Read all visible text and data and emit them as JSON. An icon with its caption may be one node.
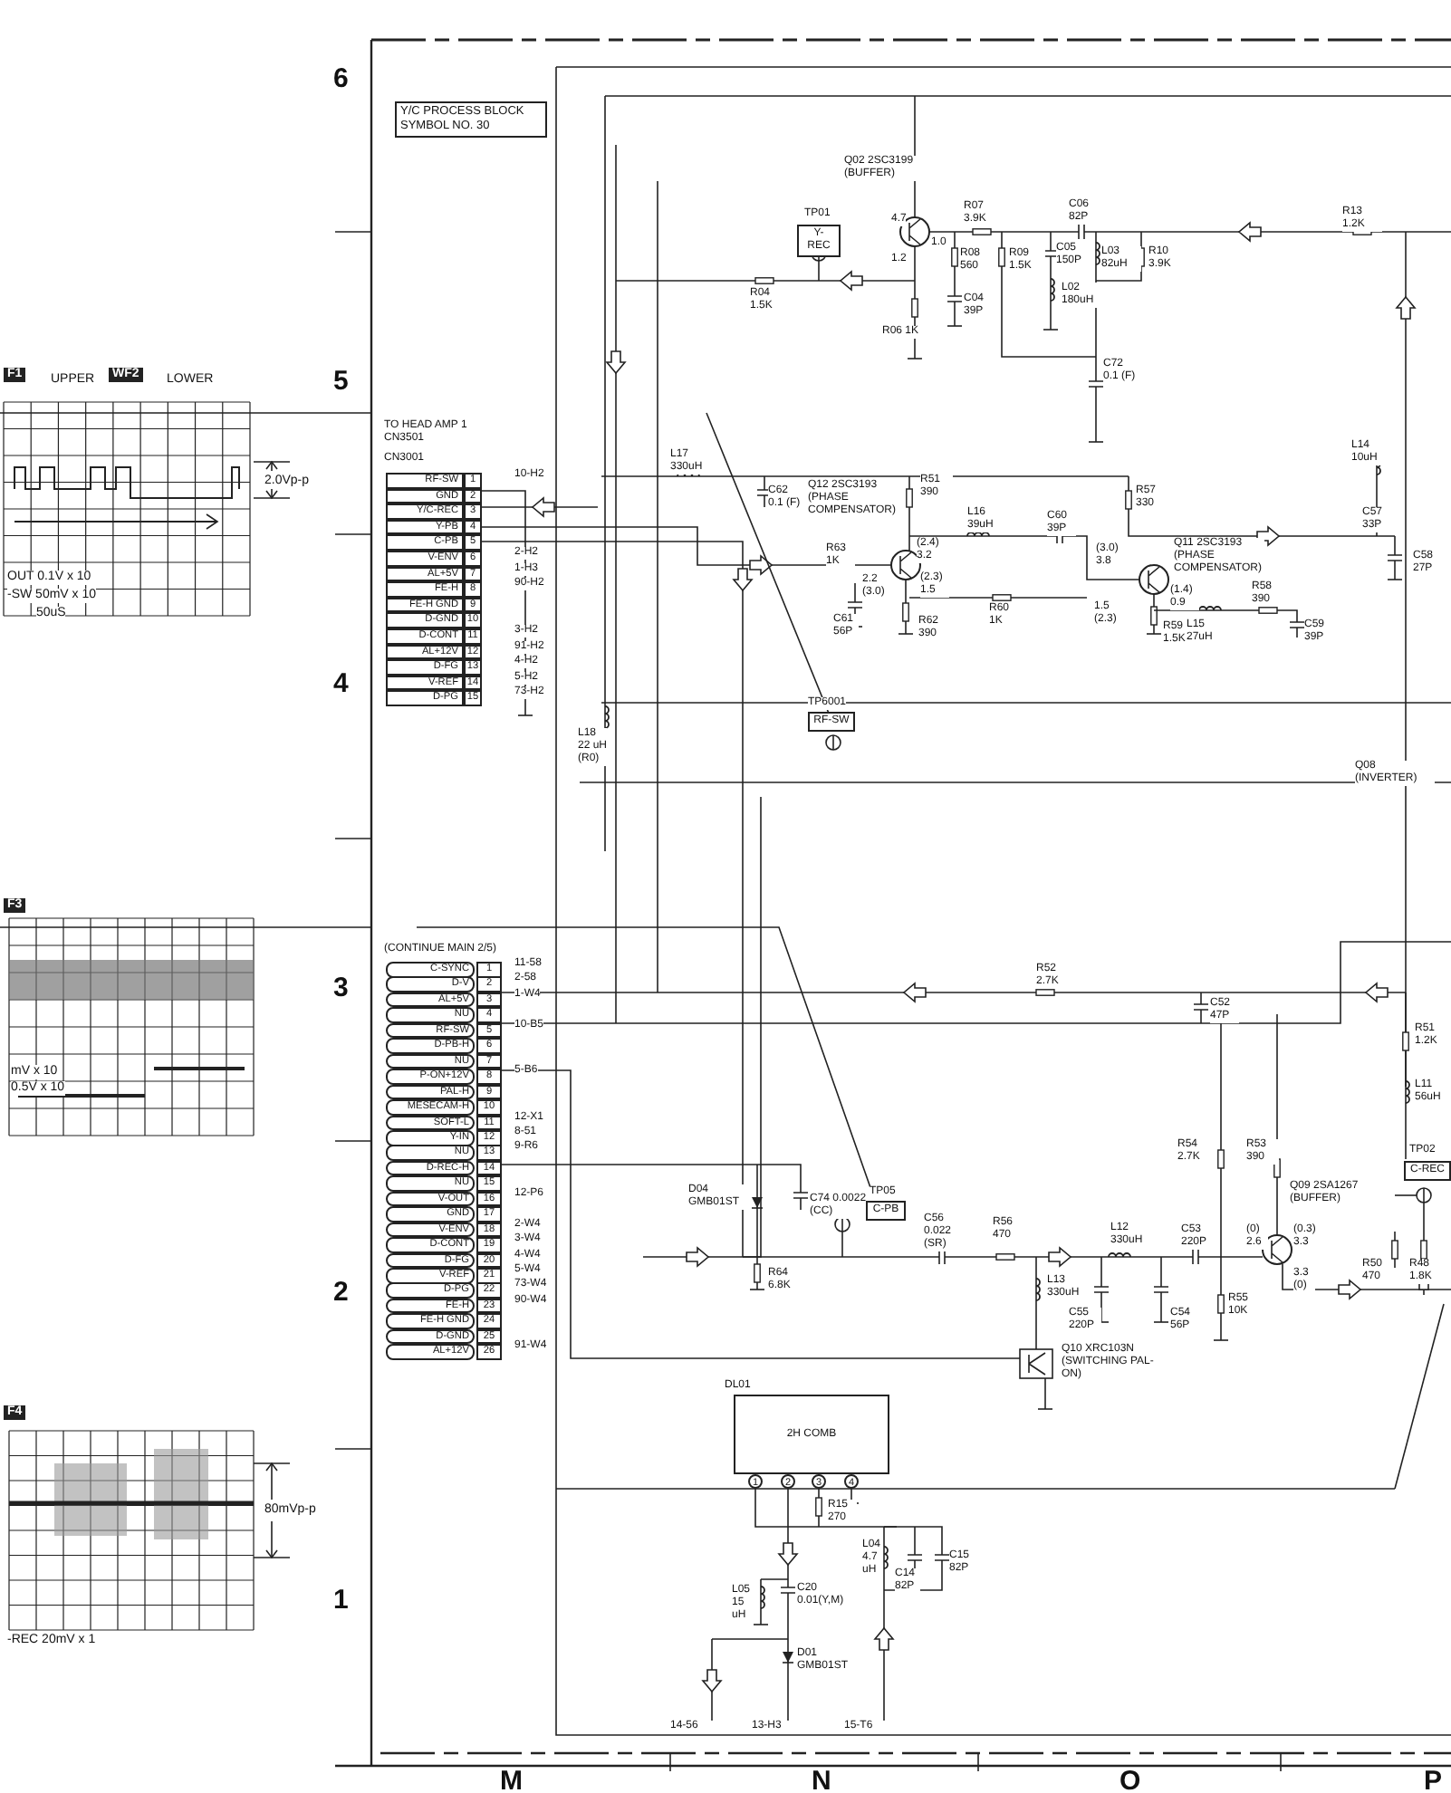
{
  "diagram": {
    "nodes": [
      {
        "text": [
          "Y/C PROCESS BLOCK SYMBOL NO. 30"
        ]
      },
      {
        "text": [
          "Y-REC"
        ],
        "beside": [
          "TP01"
        ]
      },
      {
        "text": [
          "RF-SW"
        ],
        "beside": [
          "TP6001"
        ]
      },
      {
        "text": [
          "C-PB"
        ],
        "beside": [
          "TP05"
        ]
      },
      {
        "text": [
          "C-REC"
        ],
        "beside": [
          "TP02"
        ]
      },
      {
        "text": [
          "2H COMB"
        ],
        "beside": [
          "DL01"
        ]
      }
    ],
    "labels": [
      "6",
      "5",
      "4",
      "3",
      "2",
      "1",
      "M",
      "N",
      "O",
      "P",
      "F1",
      "UPPER",
      "WF2",
      "LOWER",
      "2.0Vp-p",
      "OUT 0.1V x 10",
      "-SW 50mV x 10",
      "50uS",
      "F3",
      "mV x 10",
      "0.5V x 10",
      "F4",
      "80mVp-p",
      "-REC 20mV x 1",
      "Q02 2SC3199 (BUFFER)",
      "4.7",
      "1.2",
      "1.0",
      "R04 1.5K",
      "R06 1K",
      "R07 3.9K",
      "R08 560",
      "C04 39P",
      "R09 1.5K",
      "C05 150P",
      "L02 180uH",
      "C06 82P",
      "L03 82uH",
      "R10 3.9K",
      "R13 1.2K",
      "C72 0.1 (F)",
      "TO HEAD AMP 1 CN3501",
      "CN3001",
      "RF-SW",
      "1",
      "GND",
      "2",
      "Y/C-REC",
      "3",
      "Y-PB",
      "4",
      "C-PB",
      "5",
      "V-ENV",
      "6",
      "AL+5V",
      "7",
      "FE-H",
      "8",
      "FE-H GND",
      "9",
      "D-GND",
      "10",
      "D-CONT",
      "11",
      "AL+12V",
      "12",
      "D-FG",
      "13",
      "V-REF",
      "14",
      "D-PG",
      "15",
      "10-H2",
      "2-H2",
      "1-H3",
      "90-H2",
      "3-H2",
      "91-H2",
      "4-H2",
      "5-H2",
      "73-H2",
      "L17 330uH",
      "C62 0.1 (F)",
      "Q12 2SC3193 (PHASE COMPENSATOR)",
      "R51 390",
      "R63 1K",
      "2.2 (3.0)",
      "(2.4) 3.2",
      "(2.3) 1.5",
      "C61 56P",
      "R62 390",
      "L16 39uH",
      "C60 39P",
      "R60 1K",
      "R57 330",
      "Q11 2SC3193 (PHASE COMPENSATOR)",
      "(3.0) 3.8",
      "1.5 (2.3)",
      "(1.4) 0.9",
      "R59 1.5K",
      "L15 27uH",
      "R58 390",
      "C59 39P",
      "L14 10uH",
      "C57 33P",
      "C58 27P",
      "L18 22 uH (R0)",
      "Q08 (INVERTER)",
      "(CONTINUE MAIN 2/5)",
      "C-SYNC",
      "1",
      "D-V",
      "2",
      "AL+5V",
      "3",
      "NU",
      "4",
      "RF-SW",
      "5",
      "D-PB-H",
      "6",
      "NU",
      "7",
      "P-ON+12V",
      "8",
      "PAL-H",
      "9",
      "MESECAM-H",
      "10",
      "SOFT-L",
      "11",
      "Y-IN",
      "12",
      "NU",
      "13",
      "D-REC-H",
      "14",
      "NU",
      "15",
      "V-OUT",
      "16",
      "GND",
      "17",
      "V-ENV",
      "18",
      "D-CONT",
      "19",
      "D-FG",
      "20",
      "V-REF",
      "21",
      "D-PG",
      "22",
      "FE-H",
      "23",
      "FE-H GND",
      "24",
      "D-GND",
      "25",
      "AL+12V",
      "26",
      "11-58",
      "2-58",
      "1-W4",
      "10-B5",
      "5-B6",
      "12-X1",
      "8-51",
      "9-R6",
      "12-P6",
      "2-W4",
      "3-W4",
      "4-W4",
      "5-W4",
      "73-W4",
      "90-W4",
      "91-W4",
      "R52 2.7K",
      "C52 47P",
      "R51 1.2K",
      "L11 56uH",
      "R54 2.7K",
      "R53 390",
      "Q09 2SA1267 (BUFFER)",
      "(0) 2.6",
      "(0.3) 3.3",
      "3.3 (0)",
      "D04 GMB01ST",
      "C74 0.0022 (CC)",
      "C56 0.022 (SR)",
      "R56 470",
      "L12 330uH",
      "C53 220P",
      "R64 6.8K",
      "L13 330uH",
      "C55 220P",
      "C54 56P",
      "R55 10K",
      "R50 470",
      "R48 1.8K",
      "Q10 XRC103N (SWITCHING PAL-ON)",
      "1",
      "2",
      "3",
      "4",
      "R15 270",
      "L04 4.7 uH",
      "C14 82P",
      "C15 82P",
      "L05 15 uH",
      "C20 0.01(Y,M)",
      "D01 GMB01ST",
      "14-56",
      "13-H3",
      "15-T6"
    ]
  }
}
